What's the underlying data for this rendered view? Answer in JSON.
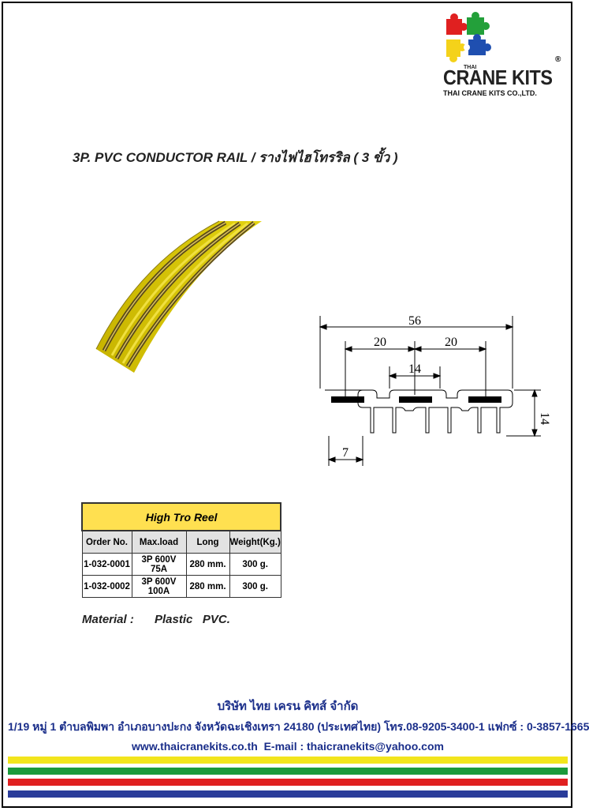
{
  "logo": {
    "thai_label": "THAI",
    "brand": "CRANE KITS",
    "registered": "®",
    "company_en": "THAI CRANE KITS CO.,LTD."
  },
  "title": "3P. PVC CONDUCTOR RAIL / รางไฟไฮโทรริล ( 3 ขั้ว )",
  "drawing": {
    "dim_56": "56",
    "dim_20a": "20",
    "dim_20b": "20",
    "dim_14_top": "14",
    "dim_14_side": "14",
    "dim_7": "7"
  },
  "table": {
    "heading": "High Tro Reel",
    "columns": [
      "Order No.",
      "Max.load",
      "Long",
      "Weight(Kg.)"
    ],
    "rows": [
      [
        "1-032-0001",
        "3P 600V 75A",
        "280 mm.",
        "300 g."
      ],
      [
        "1-032-0002",
        "3P 600V 100A",
        "280 mm.",
        "300 g."
      ]
    ]
  },
  "material": {
    "label": "Material :",
    "value": "Plastic   PVC."
  },
  "footer": {
    "company_th": "บริษัท ไทย เครน คิทส์ จำกัด",
    "address": "1/19 หมู่ 1 ตำบลพิมพา อำเภอบางปะกง จังหวัดฉะเชิงเทรา 24180 (ประเทศไทย) โทร.08-9205-3400-1 แฟกซ์ : 0-3857-1665",
    "web_email": "www.thaicranekits.co.th  E-mail : thaicranekits@yahoo.com"
  },
  "colors": {
    "stripe_yellow": "#f2e51c",
    "stripe_green": "#1a9a3a",
    "stripe_red": "#e02020",
    "stripe_blue": "#2a3c9a",
    "table_header": "#ffe050",
    "footer_text": "#1a2e8a"
  }
}
